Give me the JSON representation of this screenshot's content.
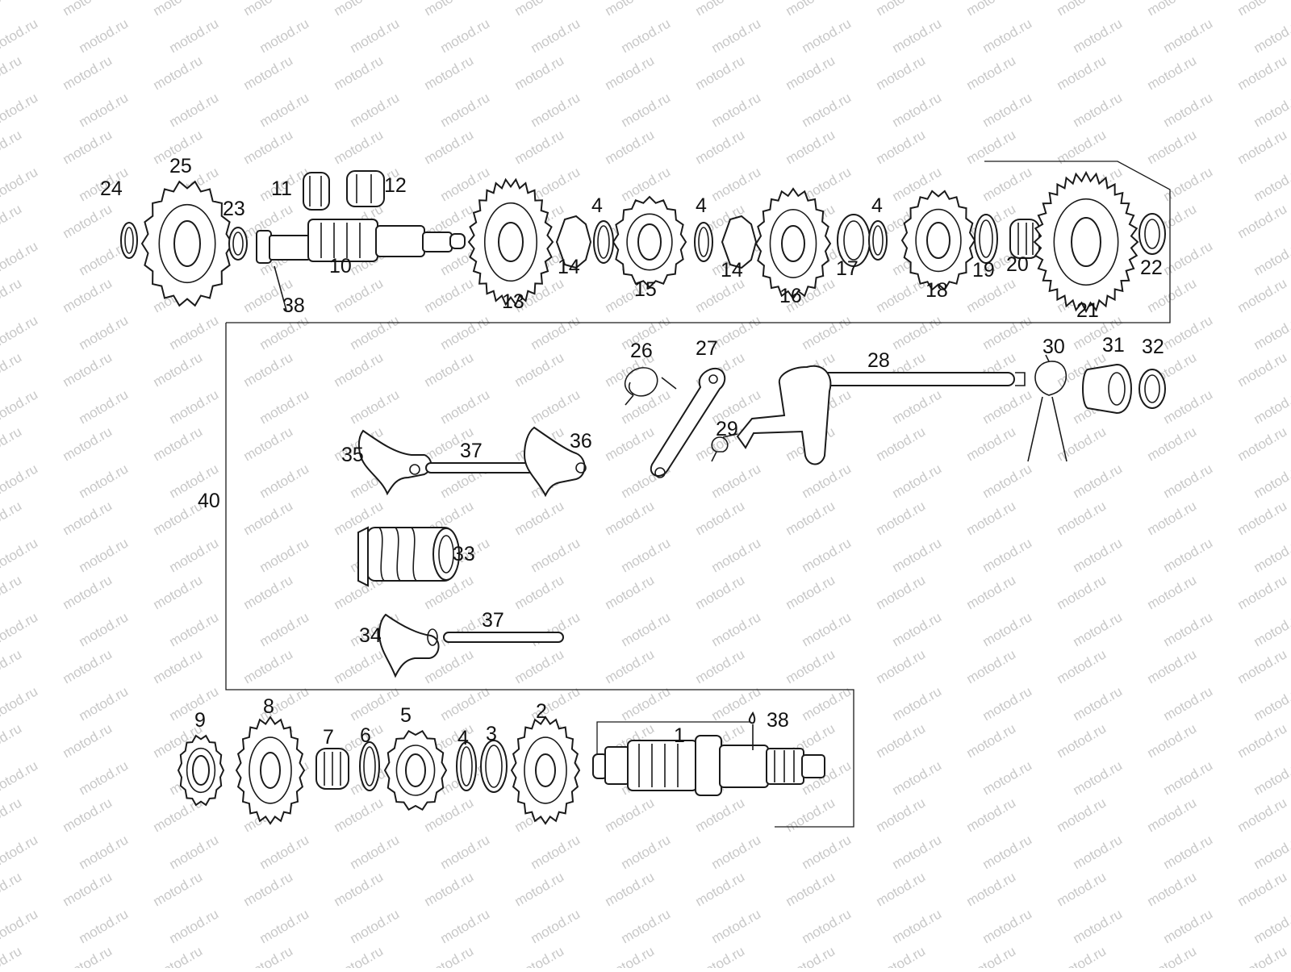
{
  "watermark": {
    "text": "motod.ru",
    "color": "#c8c8c8"
  },
  "diagram": {
    "labels": {
      "p1": "1",
      "p3": "3",
      "p4a": "4",
      "p4b": "4",
      "p4c": "4",
      "p4d": "4",
      "p5": "5",
      "p6": "6",
      "p7": "7",
      "p8": "8",
      "p9": "9",
      "p10": "10",
      "p11": "11",
      "p12": "12",
      "p13": "13",
      "p14a": "14",
      "p14b": "14",
      "p15": "15",
      "p16": "16",
      "p17": "17",
      "p18": "18",
      "p19": "19",
      "p20": "20",
      "p21": "21",
      "p22": "22",
      "p23": "23",
      "p24": "24",
      "p25": "25",
      "p26": "26",
      "p27": "27",
      "p28": "28",
      "p29": "29",
      "p30": "30",
      "p31": "31",
      "p32": "32",
      "p33": "33",
      "p34": "34",
      "p35": "35",
      "p36": "36",
      "p37a": "37",
      "p37b": "37",
      "p38a": "38",
      "p38b": "38",
      "p40": "40",
      "p2": "2"
    }
  }
}
